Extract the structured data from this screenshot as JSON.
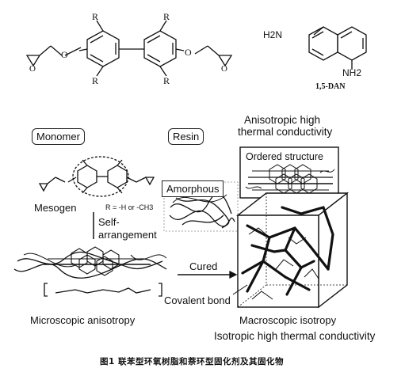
{
  "top": {
    "r_label": "R",
    "naphthalene_nh2_top": "H2N",
    "naphthalene_nh2_right": "NH2",
    "naphthalene_name": "1,5-DAN"
  },
  "labels": {
    "monomer": "Monomer",
    "resin": "Resin",
    "anisotropic_title_line1": "Anisotropic high",
    "anisotropic_title_line2": "thermal conductivity",
    "ordered_structure": "Ordered structure",
    "amorphous": "Amorphous",
    "mesogen": "Mesogen",
    "r_definition": "R = -H or -CH3",
    "self_arrangement_line1": "Self-",
    "self_arrangement_line2": "arrangement",
    "cured": "Cured",
    "covalent_bond": "Covalent bond",
    "microscopic_anisotropy": "Microscopic anisotropy",
    "macroscopic_isotropy": "Macroscopic isotropy",
    "isotropic_high": "Isotropic high thermal conductivity"
  },
  "caption": "图1   联苯型环氧树脂和萘环型固化剂及其固化物"
}
